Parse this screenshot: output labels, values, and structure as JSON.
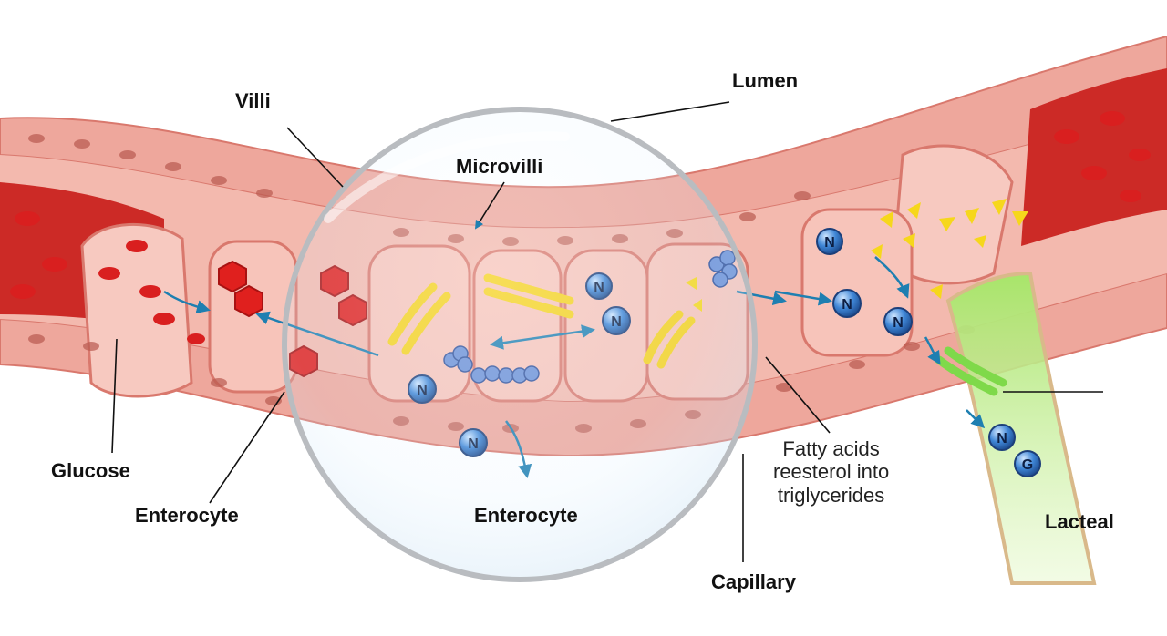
{
  "labels": {
    "villi": "Villi",
    "lumen": "Lumen",
    "microvilli": "Microvilli",
    "glucose": "Glucose",
    "enterocyte_left": "Enterocyte",
    "enterocyte_center": "Enterocyte",
    "fatty_line1": "Fatty acids",
    "fatty_line2": "reesterol into",
    "fatty_line3": "triglycerides",
    "capillary": "Capillary",
    "lacteal": "Lacteal"
  },
  "molecule_letters": {
    "n": "N",
    "g": "G"
  },
  "colors": {
    "tissue": "#eea79c",
    "tissue_dark": "#d9786d",
    "blood_vessel": "#cc2a26",
    "blood_cell": "#d91f1f",
    "glucose_hex": "#e0201e",
    "fatty_rod": "#f5d21e",
    "triangle": "#f6d71c",
    "n_molecule": "#2f74c8",
    "lacteal_fluid": "#b8ec7a",
    "arrow": "#1e7fb1",
    "lens_rim": "#b9bcc0"
  }
}
